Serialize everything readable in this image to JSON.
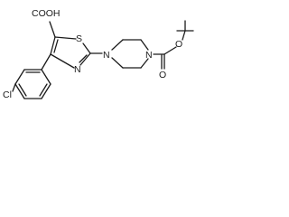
{
  "molecule": {
    "atoms": {
      "carboxyl": "COOH",
      "thiazole_s": "S",
      "thiazole_n": "N",
      "piperazine_n1": "N",
      "piperazine_n4": "N",
      "ester_o": "O",
      "carbonyl_o": "O",
      "chloro": "Cl"
    }
  }
}
